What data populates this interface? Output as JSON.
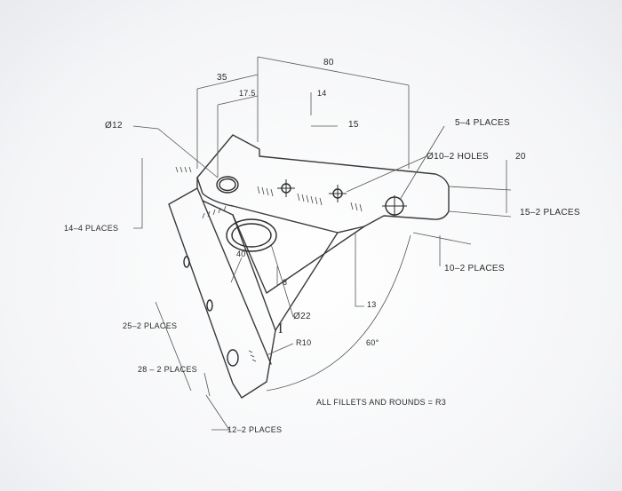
{
  "dimensions": {
    "d80": "80",
    "d35": "35",
    "d17_5": "17.5",
    "d14": "14",
    "d15": "15",
    "phi12": "Ø12",
    "five_4_places": "5–4 PLACES",
    "phi10_2_holes": "Ø10–2 HOLES",
    "d20": "20",
    "fifteen_2_places": "15–2 PLACES",
    "fourteen_4_places": "14–4 PLACES",
    "ten_2_places": "10–2 PLACES",
    "d40": "40",
    "d8": "8",
    "d13": "13",
    "phi22": "Ø22",
    "r10": "R10",
    "angle60": "60°",
    "twentyfive_2_places": "25–2 PLACES",
    "twentyeight_2_places": "28 – 2 PLACES",
    "twelve_2_places": "12–2 PLACES",
    "fillets_note": "ALL FILLETS AND ROUNDS = R3"
  }
}
